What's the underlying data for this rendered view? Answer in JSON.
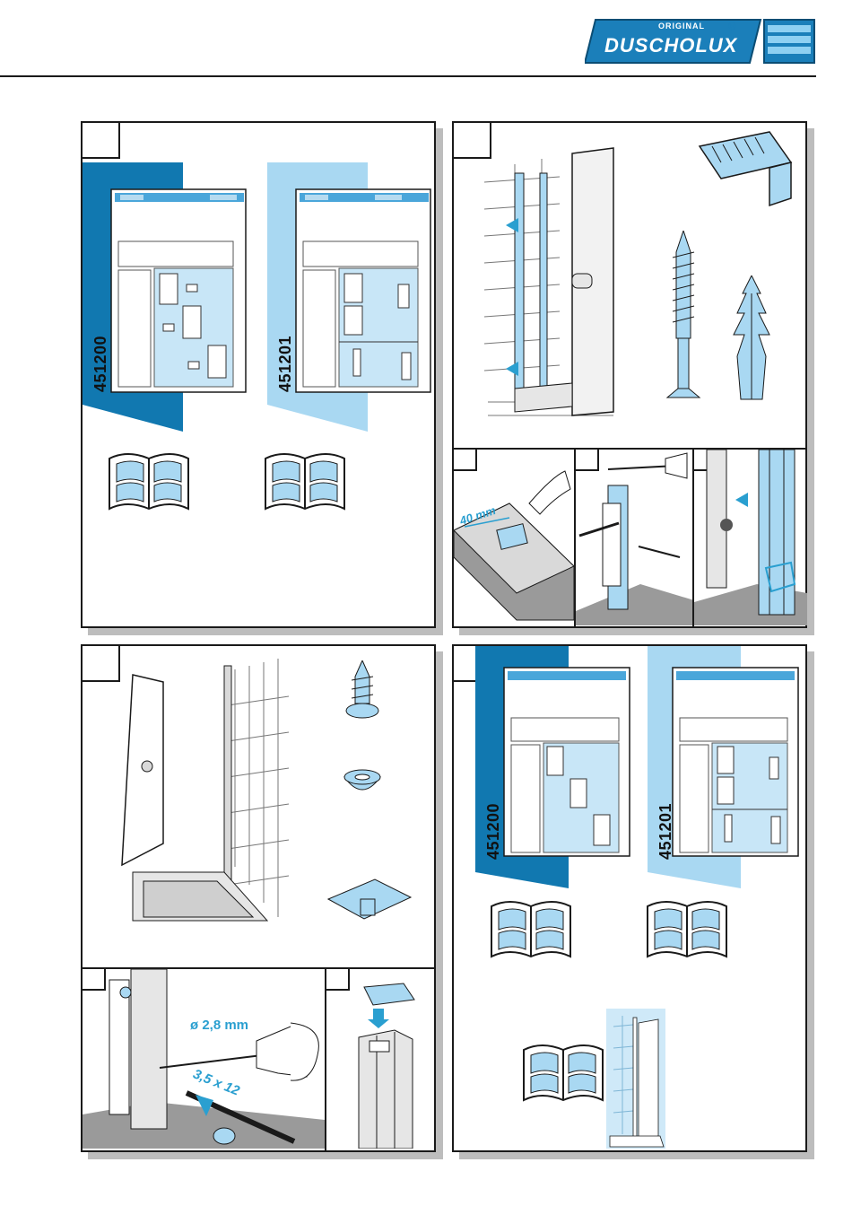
{
  "header": {
    "brand_small": "ORIGINAL",
    "brand_main": "DUSCHOLUX",
    "registered": "®"
  },
  "panels": {
    "top_left": {
      "article_1": "451200",
      "article_2": "451201"
    },
    "top_right": {
      "dimension": "40 mm"
    },
    "bottom_left": {
      "drill_diameter": "ø 2,8 mm",
      "screw_size": "3,5 x 12"
    },
    "bottom_right": {
      "article_1": "451200",
      "article_2": "451201"
    }
  },
  "colors": {
    "accent_dark": "#1178b0",
    "accent_light": "#a9d8f2",
    "line": "#1a1a1a",
    "dimension": "#2a9fd0"
  }
}
